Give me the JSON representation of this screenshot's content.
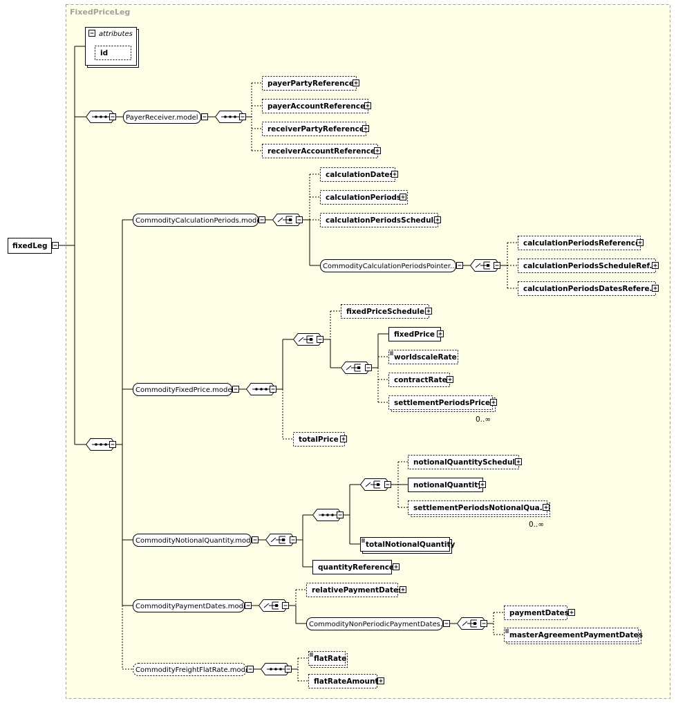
{
  "type_name": "FixedPriceLeg",
  "root": "fixedLeg",
  "attributes": {
    "label": "attributes",
    "items": [
      "id"
    ]
  },
  "groups": {
    "payer_receiver": "PayerReceiver.model",
    "calc_periods": "CommodityCalculationPeriods.model",
    "calc_periods_pointer": "CommodityCalculationPeriodsPointer....",
    "fixed_price_model": "CommodityFixedPrice.model",
    "notional_quantity_model": "CommodityNotionalQuantity.model",
    "payment_dates_model": "CommodityPaymentDates.model",
    "non_periodic": "CommodityNonPeriodicPaymentDates....",
    "freight_flat_rate": "CommodityFreightFlatRate.model"
  },
  "elements": {
    "payerPartyReference": "payerPartyReference",
    "payerAccountReference": "payerAccountReference",
    "receiverPartyReference": "receiverPartyReference",
    "receiverAccountReference": "receiverAccountReference",
    "calculationDates": "calculationDates",
    "calculationPeriods": "calculationPeriods",
    "calculationPeriodsSchedule": "calculationPeriodsSchedule",
    "calculationPeriodsReference": "calculationPeriodsReference",
    "calculationPeriodsScheduleRef": "calculationPeriodsScheduleRef...",
    "calculationPeriodsDatesRefere": "calculationPeriodsDatesRefere...",
    "fixedPriceSchedule": "fixedPriceSchedule",
    "fixedPrice": "fixedPrice",
    "worldscaleRate": "worldscaleRate",
    "contractRate": "contractRate",
    "settlementPeriodsPrice": "settlementPeriodsPrice",
    "totalPrice": "totalPrice",
    "notionalQuantitySchedule": "notionalQuantitySchedule",
    "notionalQuantity": "notionalQuantity",
    "settlementPeriodsNotionalQua": "settlementPeriodsNotionalQua...",
    "totalNotionalQuantity": "totalNotionalQuantity",
    "quantityReference": "quantityReference",
    "relativePaymentDates": "relativePaymentDates",
    "paymentDates": "paymentDates",
    "masterAgreementPaymentDates": "masterAgreementPaymentDates",
    "flatRate": "flatRate",
    "flatRateAmount": "flatRateAmount"
  },
  "cardinality": {
    "settlementPeriodsPrice": "0..∞",
    "settlementPeriodsNotionalQua": "0..∞"
  }
}
